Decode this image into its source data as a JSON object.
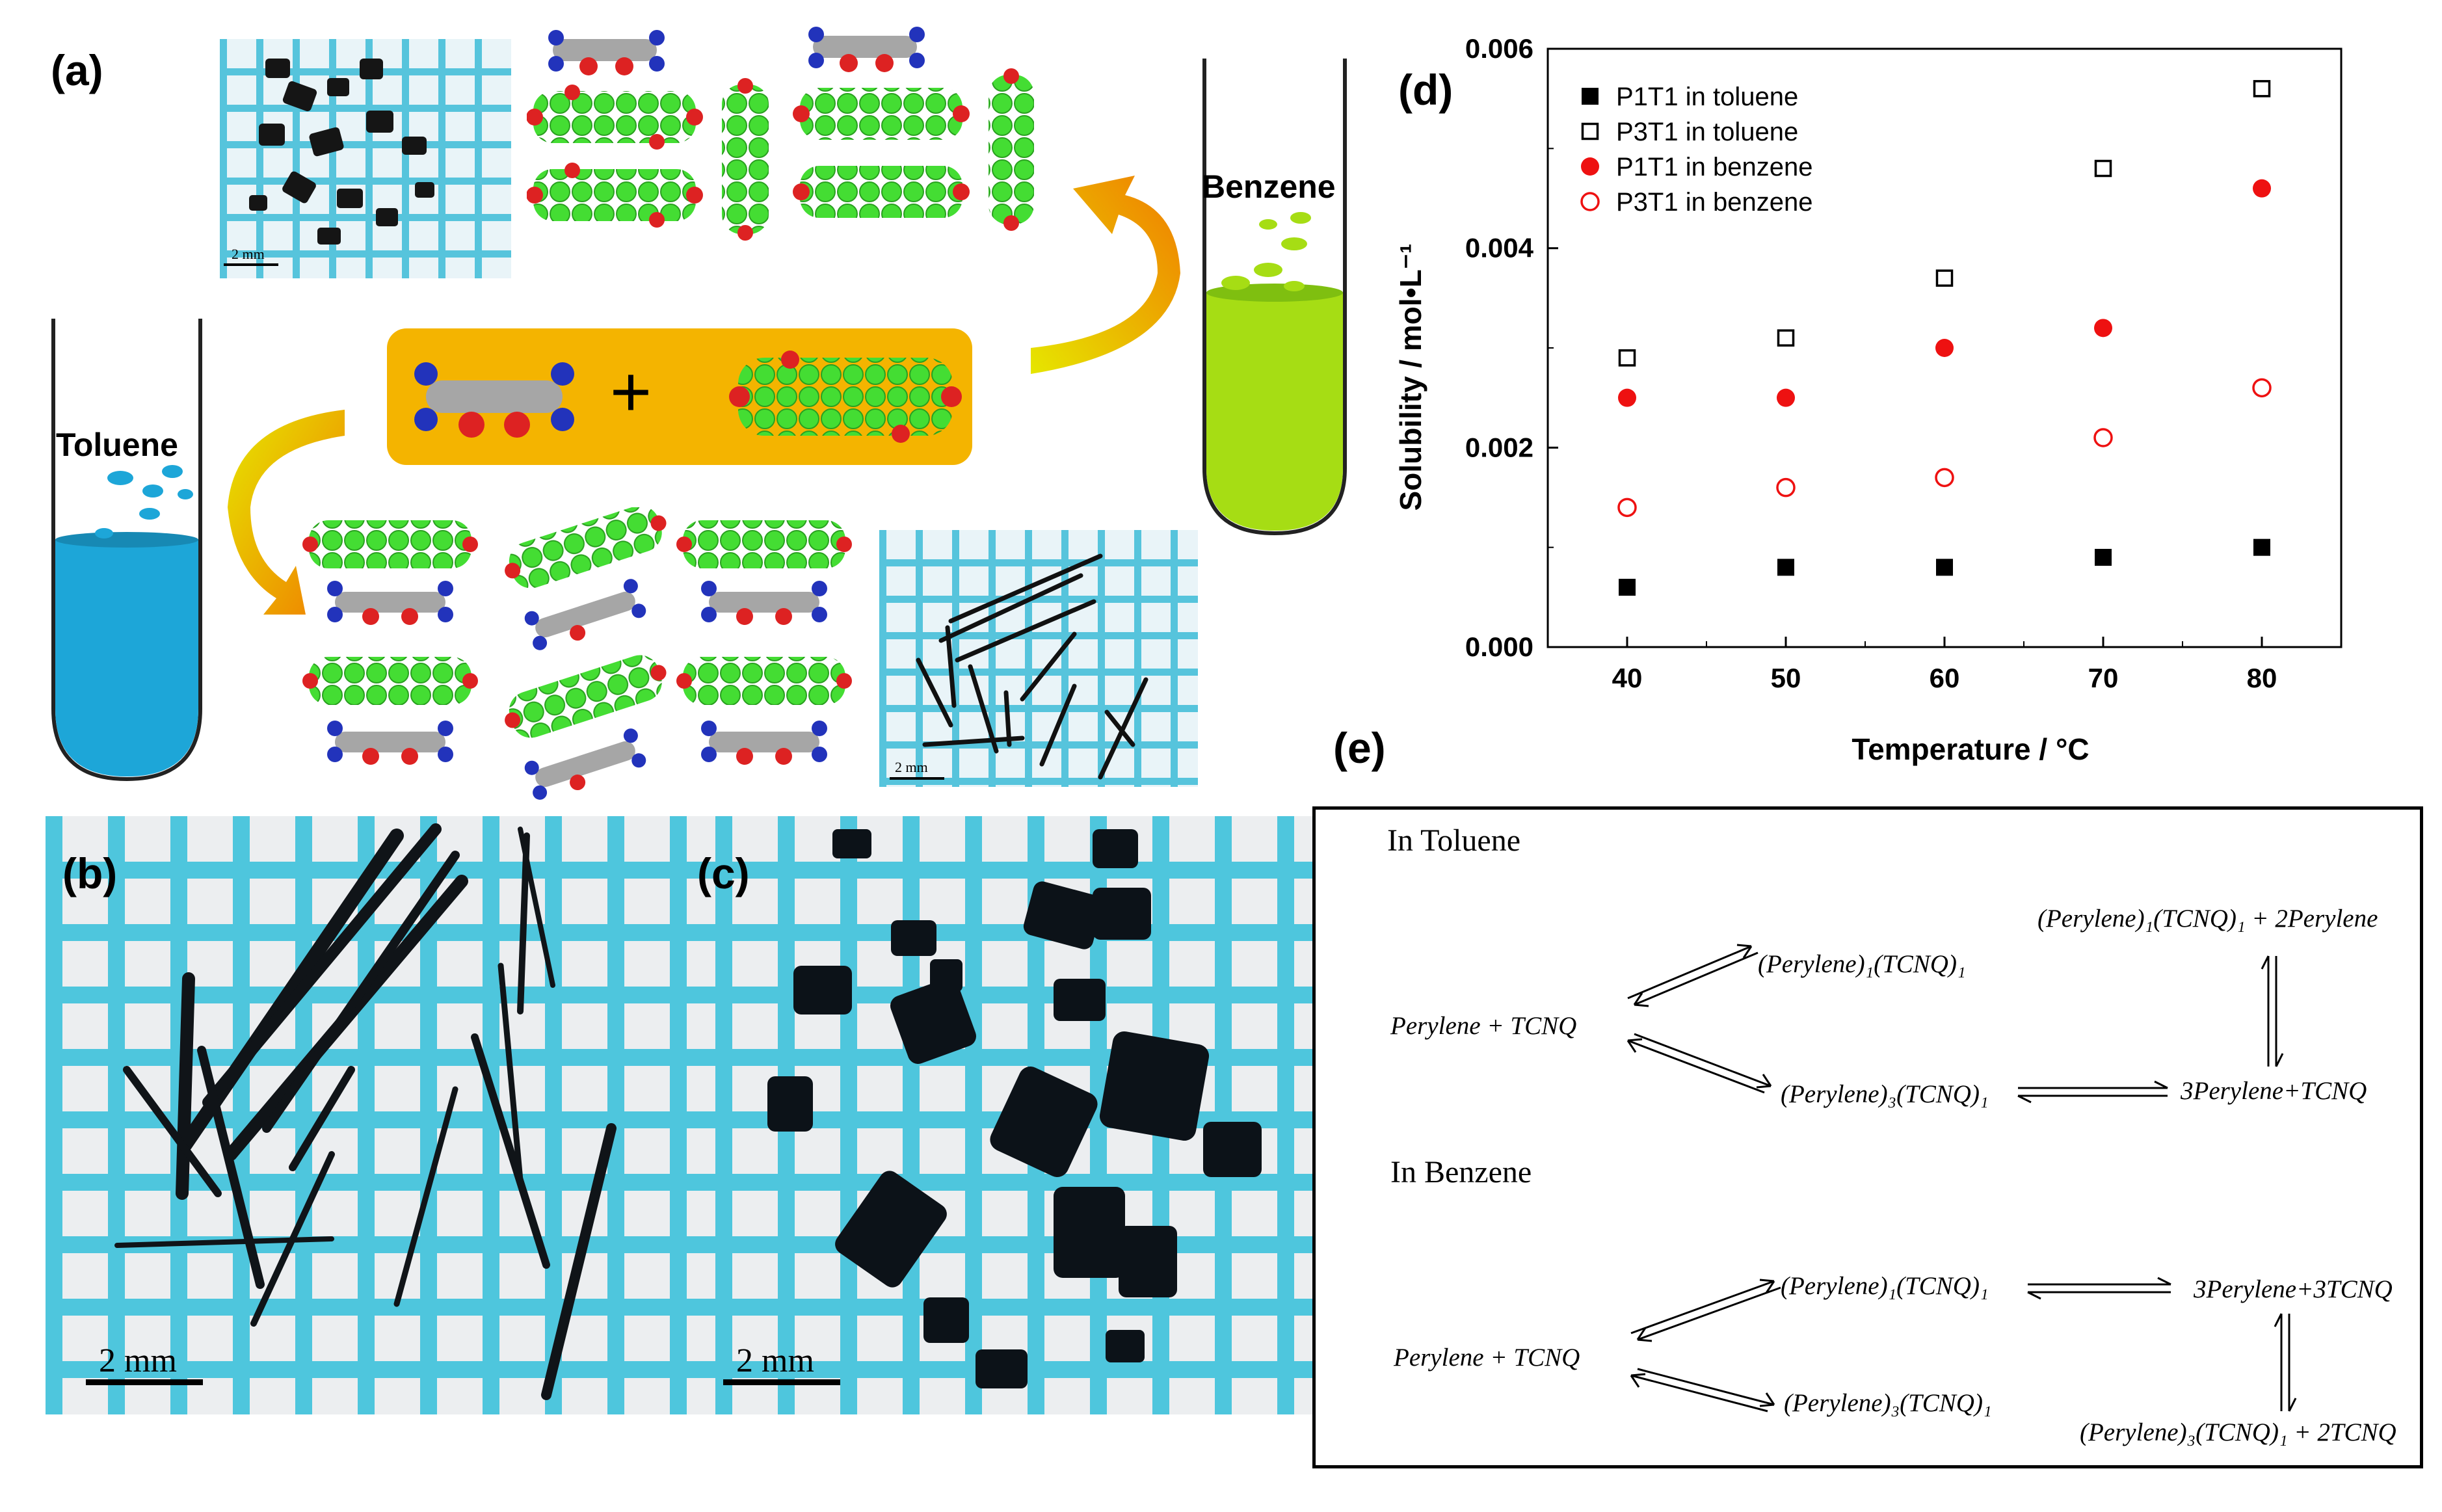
{
  "panels": {
    "a": "(a)",
    "b": "(b)",
    "c": "(c)",
    "d": "(d)",
    "e": "(e)"
  },
  "schematic": {
    "benzene_label": "Benzene",
    "toluene_label": "Toluene",
    "plus_sign": "+",
    "small_scale": "2 mm",
    "colors": {
      "benzene": "#a6dd14",
      "toluene": "#1da6d8",
      "carbon": "#44dd33",
      "oxygen": "#dd2222",
      "nitrogen": "#2233bb",
      "tcnq_carbon": "#a6a6a6"
    }
  },
  "photos": {
    "b_scale": "2 mm",
    "c_scale": "2 mm"
  },
  "chart_data": {
    "type": "scatter",
    "xlabel": "Temperature / °C",
    "ylabel": "Solubility / mol•L⁻¹",
    "xlim": [
      35,
      85
    ],
    "ylim": [
      0,
      0.006
    ],
    "xticks": [
      "40",
      "50",
      "60",
      "70",
      "80"
    ],
    "yticks": [
      "0.000",
      "0.002",
      "0.004",
      "0.006"
    ],
    "x": [
      40,
      50,
      60,
      70,
      80
    ],
    "series": [
      {
        "name": "P1T1 in toluene",
        "marker": "filled-square",
        "color": "#000000",
        "values": [
          0.0006,
          0.0008,
          0.0008,
          0.0009,
          0.001
        ]
      },
      {
        "name": "P3T1 in toluene",
        "marker": "open-square",
        "color": "#000000",
        "values": [
          0.0029,
          0.0031,
          0.0037,
          0.0048,
          0.0056
        ]
      },
      {
        "name": "P1T1 in benzene",
        "marker": "filled-circle",
        "color": "#ee1111",
        "values": [
          0.0025,
          0.0025,
          0.003,
          0.0032,
          0.0046
        ]
      },
      {
        "name": "P3T1 in benzene",
        "marker": "open-circle",
        "color": "#ee1111",
        "values": [
          0.0014,
          0.0016,
          0.0017,
          0.0021,
          0.0026
        ]
      }
    ],
    "legend": "top-left",
    "grid": false
  },
  "equilibria": {
    "toluene": {
      "heading": "In Toluene",
      "reactant": "Perylene + TCNQ",
      "p1t1": "(Perylene)₁(TCNQ)₁",
      "p3t1": "(Perylene)₃(TCNQ)₁",
      "right_top": "(Perylene)₁(TCNQ)₁ + 2Perylene",
      "right_bottom": "3Perylene+TCNQ"
    },
    "benzene": {
      "heading": "In Benzene",
      "reactant": "Perylene + TCNQ",
      "p1t1": "(Perylene)₁(TCNQ)₁",
      "p3t1": "(Perylene)₃(TCNQ)₁",
      "right_top": "3Perylene+3TCNQ",
      "right_bottom": "(Perylene)₃(TCNQ)₁ + 2TCNQ"
    }
  }
}
